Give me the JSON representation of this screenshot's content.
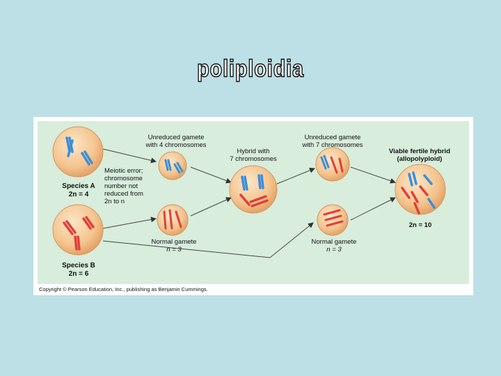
{
  "slide": {
    "title": "poliploidia"
  },
  "figure": {
    "species_a": {
      "name": "Species A",
      "ploidy": "2n = 4"
    },
    "species_b": {
      "name": "Species B",
      "ploidy": "2n = 6"
    },
    "unreduced_gamete_1": "Unreduced gamete\nwith 4 chromosomes",
    "meiotic_error": "Meiotic error;\nchromosome\nnumber not\nreduced from\n2n to n",
    "normal_gamete_1": {
      "label": "Normal gamete",
      "count": "n = 3"
    },
    "hybrid": "Hybrid with\n7 chromosomes",
    "unreduced_gamete_2": "Unreduced gamete\nwith 7 chromosomes",
    "normal_gamete_2": {
      "label": "Normal gamete",
      "count": "n = 3"
    },
    "viable_hybrid": {
      "title": "Viable fertile hybrid",
      "subtitle": "(allopolyploid)",
      "ploidy": "2n = 10"
    },
    "copyright": "Copyright © Pearson Education, Inc., publishing as Benjamin Cummings.",
    "colors": {
      "blue_chromosome": "#3a8fd8",
      "red_chromosome": "#e0403a",
      "cell_fill": "#f4c48e",
      "panel_bg": "#d8eddc"
    }
  }
}
